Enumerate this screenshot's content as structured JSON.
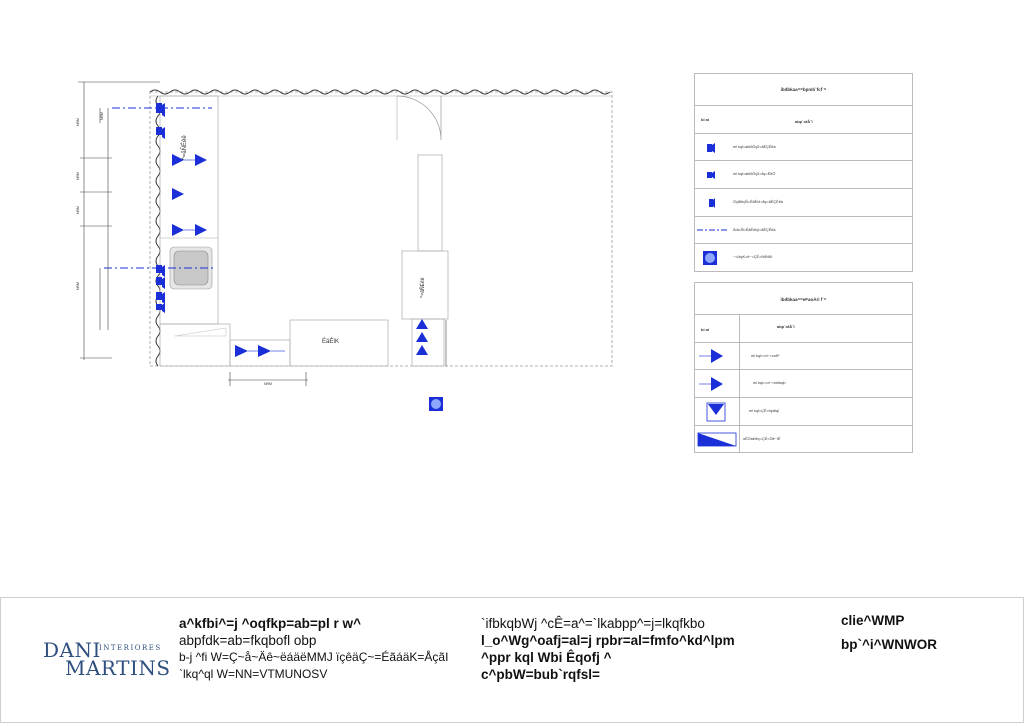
{
  "drawing": {
    "lower_cabinet_label": "^=ãÑÉêë",
    "column_label": "^=ãÑÉêë",
    "counter_label": "ÉäÉîK",
    "dimension_width": "NRM",
    "vertical_dims": [
      "NRM",
      "NRM",
      "NRM",
      "NRM",
      "NRM"
    ]
  },
  "legend_electric": {
    "title": "ibdbkaa^=bpmb`fcf`^",
    "col_symbol": "bi ai",
    "col_description": "abp`ofÅ¨l",
    "rows": [
      {
        "icon": "outlet-100-icon",
        "text": "ml kql=abiõÖçîI=ãÉÇÉëà"
      },
      {
        "icon": "outlet-50-icon",
        "text": "ml kql=abiõÖçîI=ãç=ÉëÖ"
      },
      {
        "icon": "outlet-tv-icon",
        "text": "ÖçåîëçÑ=ÉäÉíê=åç=ãÉÇÉëà"
      },
      {
        "icon": "dash-line-icon",
        "text": "Äìä=Ñ=ÉäÉíêçI=ãÉÇÉëà"
      },
      {
        "icon": "spot-light-icon",
        "text": "~=ìäçK=ê~=ÇÉ=N9NKI"
      }
    ]
  },
  "legend_hydraulic": {
    "title": "ibdbkaa^=eFaoÀri f`^",
    "col_symbol": "bi ai",
    "col_description": "abp`ofÅ¨l",
    "rows": [
      {
        "icon": "arrow-cold-icon",
        "text": "ml kql=×d~=colf^"
      },
      {
        "icon": "arrow-hot-icon",
        "text": "ml kql=×d~=nrbkqb"
      },
      {
        "icon": "drain-icon",
        "text": "ml kql=ÇÉ=bpdlql"
      },
      {
        "icon": "slope-icon",
        "text": "oÉÖáëíêç=ÇÉ=Öê~îÉ"
      }
    ]
  },
  "titleblock": {
    "logo_line1": "DANI",
    "logo_line2": "INTERIORES",
    "logo_line3": "MARTINS",
    "project_lines": [
      "a^kfbi^=j ^oqfkp=ab=pl r w^",
      "abpfdk=ab=fkqbofl obp",
      "b‑j ^fi W=Ç~å~Äê~ëáäëMMJ ïçêäÇ~=ÉãáäK=ÅçãI",
      "`lkq^ql W=NN=VTMUNOSV"
    ],
    "client_lines": [
      "`ifbkqbWj ^cÊ=a^=`lkabpp^=j=lkqfkbo",
      "l_o^Wg^oafj=al=j rpbr=al=fmfo^kd^lpm",
      "^ppr kql Wbi Êqofj ^",
      "c^pbW=bub`rqfsl="
    ],
    "sheet_line1": "clie^WMP",
    "sheet_line2": "bp`^i^WNWOR"
  }
}
